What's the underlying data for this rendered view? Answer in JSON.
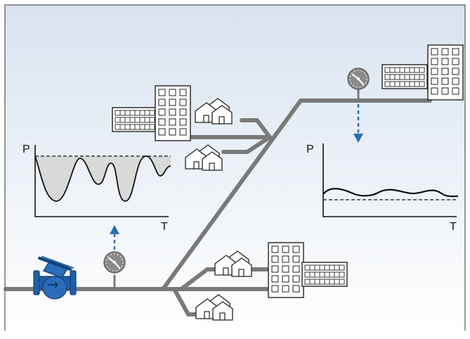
{
  "diagram": {
    "colors": {
      "background_top": "#d9e3ef",
      "background_bottom": "#ffffff",
      "pipe": "#7a7a7a",
      "valve": "#1f5fa8",
      "valve_dark": "#123f78",
      "arrow": "#2b6fb3",
      "chart_fill": "#d9d9d9",
      "gauge": "#8a8a8a"
    },
    "left_chart": {
      "y_label": "P",
      "x_label": "T"
    },
    "right_chart": {
      "y_label": "P",
      "x_label": "T"
    },
    "icons": [
      "valve-icon",
      "gauge-icon",
      "apartment-building-icon",
      "house-group-icon",
      "dashed-arrow-icon"
    ]
  }
}
